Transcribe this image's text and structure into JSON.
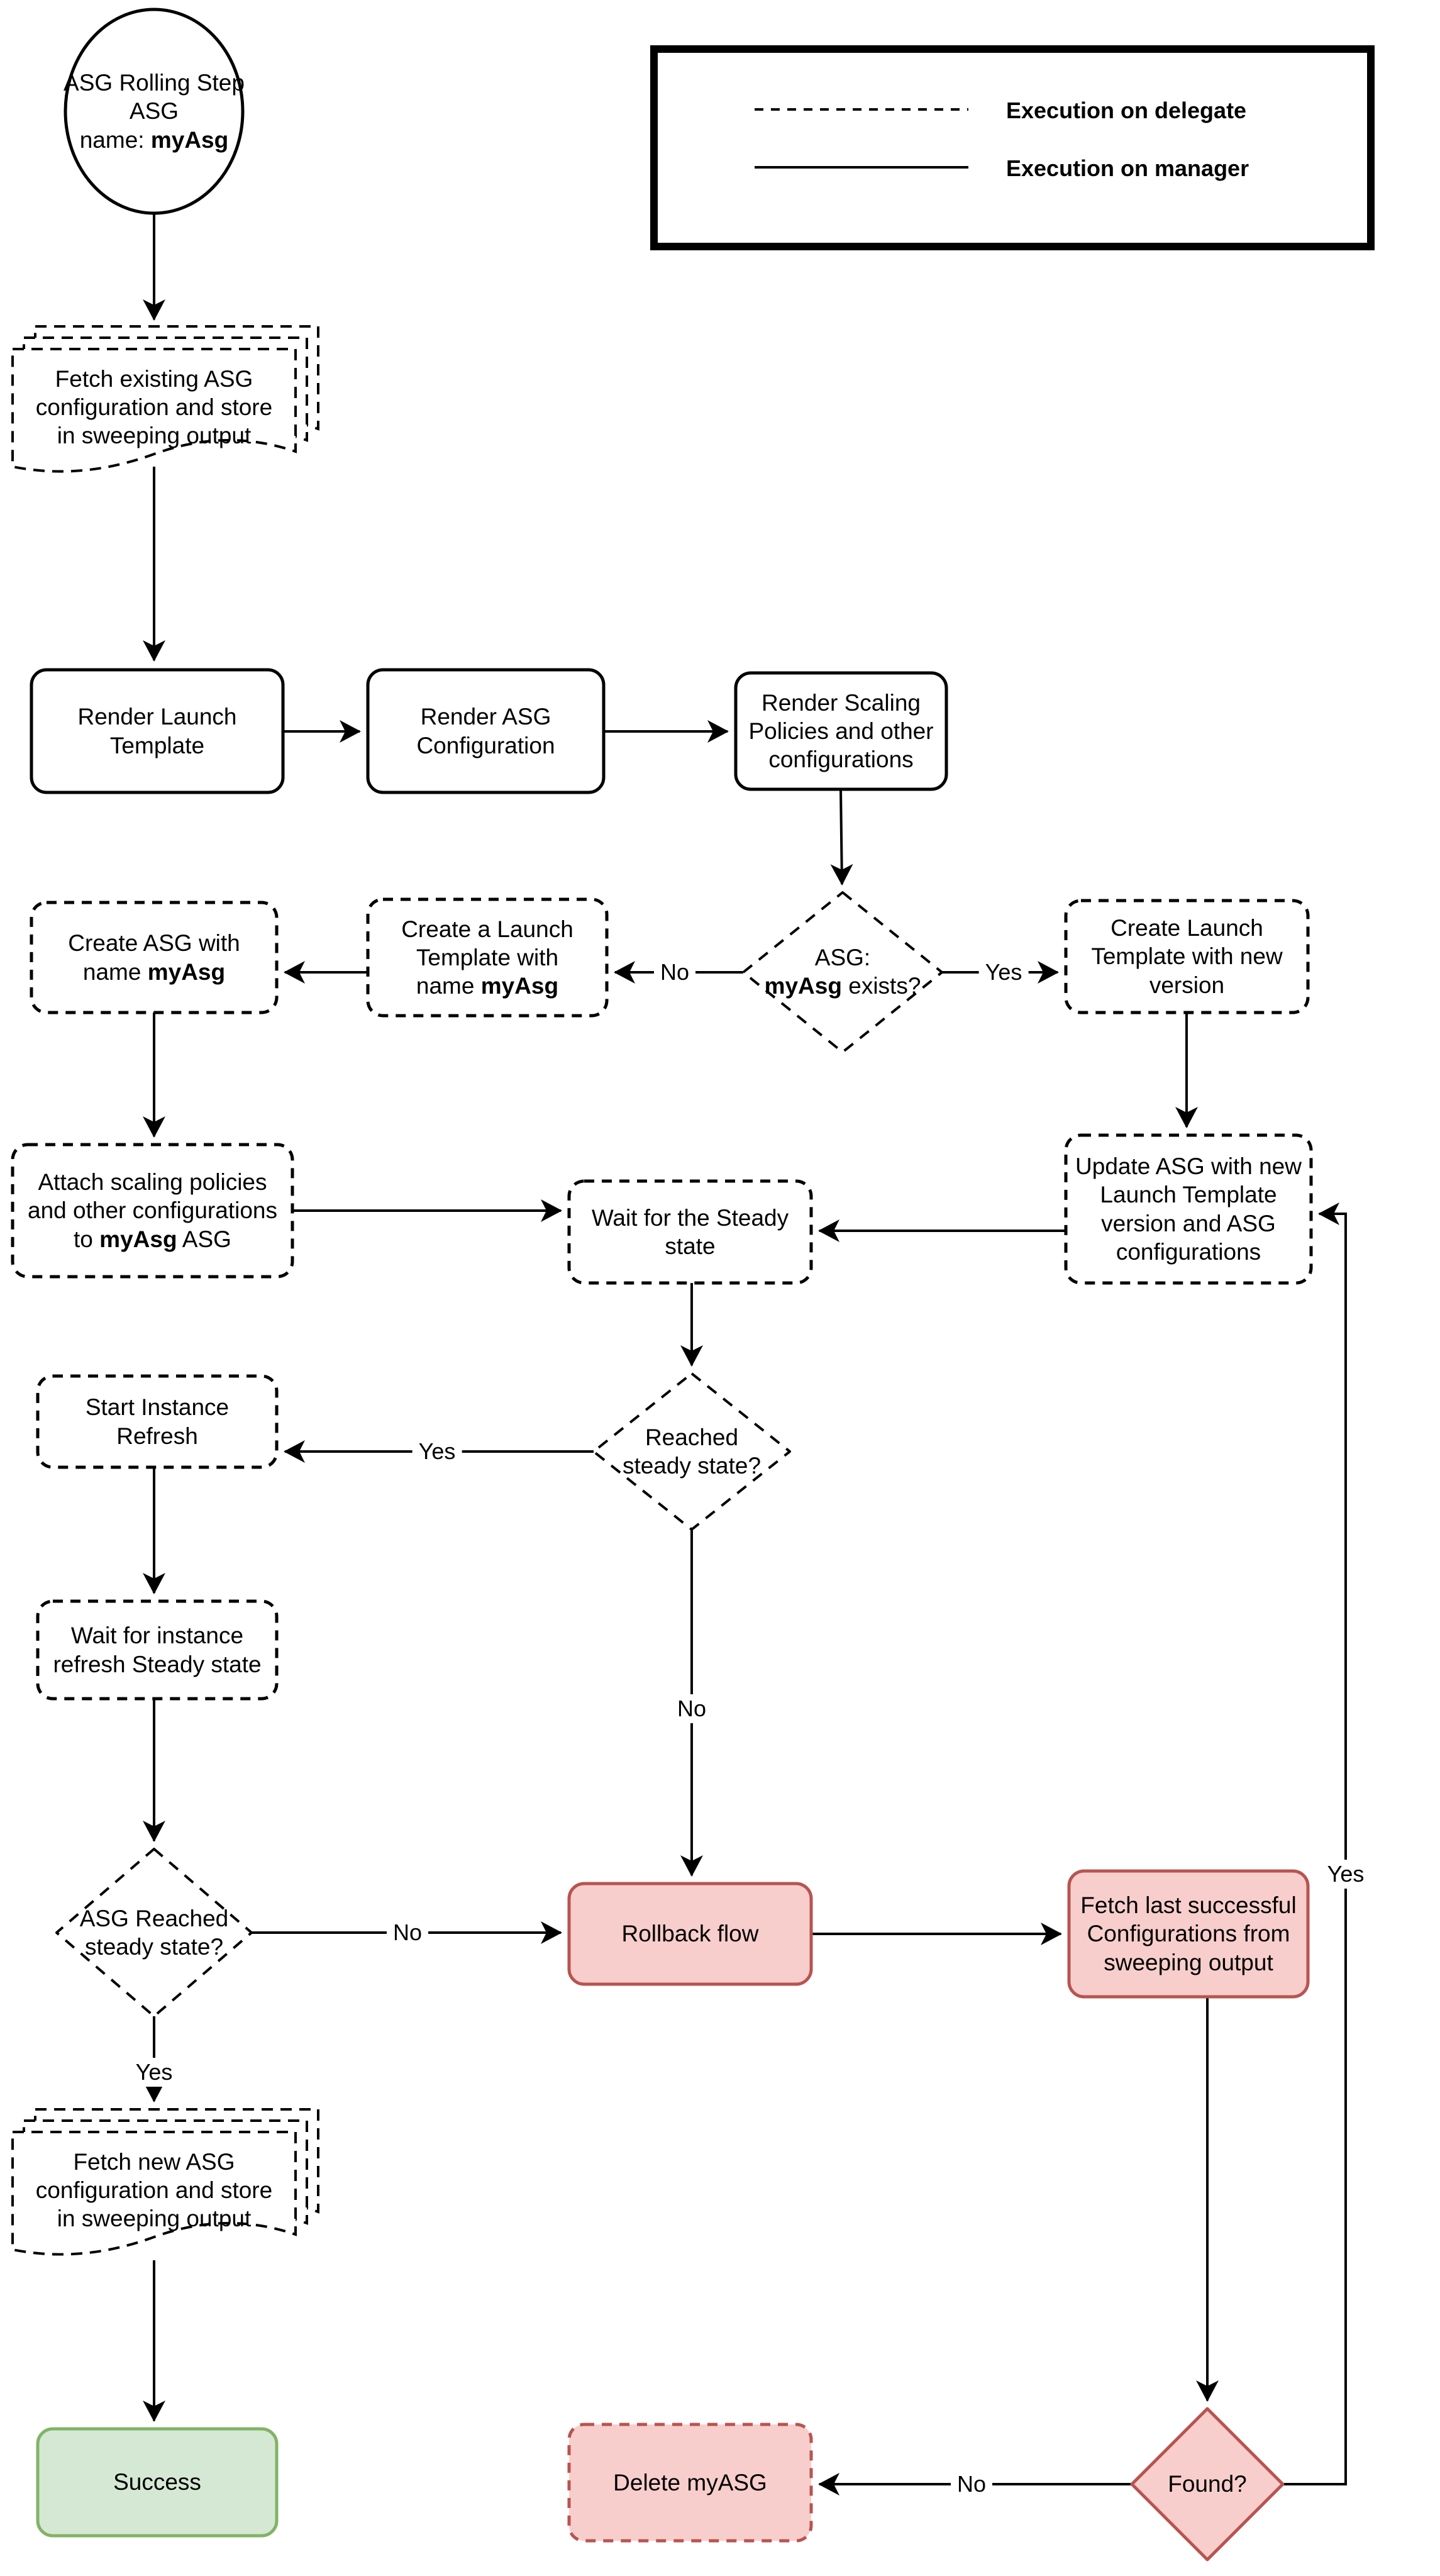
{
  "legend": {
    "delegate_label": "Execution on delegate",
    "manager_label": "Execution on manager"
  },
  "edge_labels": {
    "yes": "Yes",
    "no": "No"
  },
  "colors": {
    "pink_fill": "#f8cecc",
    "red_border": "#b85450",
    "green_fill": "#d5e8d4",
    "green_border": "#82b366",
    "line": "#000000",
    "shape_fill": "#ffffff"
  },
  "nodes": {
    "start": {
      "l1": "ASG Rolling Step",
      "l2": "ASG",
      "l3pre": "name: ",
      "l3bold": "myAsg"
    },
    "fetch_existing": {
      "l1": "Fetch existing ASG",
      "l2": "configuration and store",
      "l3": "in sweeping output"
    },
    "render_lt": {
      "l1": "Render Launch",
      "l2": "Template"
    },
    "render_asg": {
      "l1": "Render ASG",
      "l2": "Configuration"
    },
    "render_scaling": {
      "l1": "Render Scaling",
      "l2": "Policies and other",
      "l3": "configurations"
    },
    "asg_exists": {
      "l1": "ASG:",
      "l2bold": "myAsg",
      "l2suf": " exists?"
    },
    "create_lt_name": {
      "l1": "Create a Launch",
      "l2": "Template with",
      "l3pre": "name ",
      "l3bold": "myAsg"
    },
    "create_asg": {
      "l1": "Create ASG with",
      "l2pre": "name ",
      "l2bold": "myAsg"
    },
    "create_lt_new": {
      "l1": "Create Launch",
      "l2": "Template with new",
      "l3": "version"
    },
    "attach": {
      "l1": "Attach scaling policies",
      "l2": "and other configurations",
      "l3pre": "to ",
      "l3bold": "myAsg",
      "l3suf": " ASG"
    },
    "wait_steady": {
      "l1": "Wait for the Steady",
      "l2": "state"
    },
    "update_asg": {
      "l1": "Update ASG with new",
      "l2": "Launch Template",
      "l3": "version and ASG",
      "l4": "configurations"
    },
    "reached_steady": {
      "l1": "Reached",
      "l2": "steady state?"
    },
    "start_ir": {
      "l1": "Start Instance",
      "l2": "Refresh"
    },
    "wait_ir": {
      "l1": "Wait for instance",
      "l2": "refresh Steady state"
    },
    "asg_reached": {
      "l1": "ASG Reached",
      "l2": "steady state?"
    },
    "rollback": {
      "label": "Rollback flow"
    },
    "fetch_last": {
      "l1": "Fetch last successful",
      "l2": "Configurations from",
      "l3": "sweeping output"
    },
    "fetch_new": {
      "l1": "Fetch new ASG",
      "l2": "configuration and store",
      "l3": "in sweeping output"
    },
    "success": {
      "label": "Success"
    },
    "delete_asg": {
      "label": "Delete myASG"
    },
    "found": {
      "label": "Found?"
    }
  }
}
